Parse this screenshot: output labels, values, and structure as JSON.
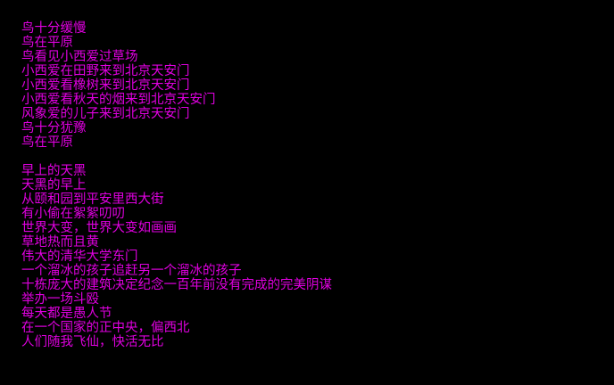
{
  "colors": {
    "background": "#000000",
    "text": "#e000e0"
  },
  "stanzas": [
    {
      "lines": [
        "鸟十分缓慢",
        "鸟在平原",
        "鸟看见小西爱过草场",
        "小西爱在田野来到北京天安门",
        "小西爱看橡树来到北京天安门",
        "小西爱看秋天的烟来到北京天安门",
        "风象爱的儿子来到北京天安门",
        "鸟十分犹豫",
        "鸟在平原"
      ]
    },
    {
      "lines": [
        "早上的天黑",
        "天黑的早上",
        "从颐和园到平安里西大街",
        "有小偷在絮絮叨叨",
        "世界大变，世界大变如画画",
        "草地热而且黄",
        "伟大的清华大学东门",
        "一个溜冰的孩子追赶另一个溜冰的孩子",
        "十栋庞大的建筑决定纪念一百年前没有完成的完美阴谋",
        "举办一场斗殴",
        "每天都是愚人节",
        "在一个国家的正中央，偏西北",
        "人们随我飞仙，快活无比"
      ]
    }
  ]
}
